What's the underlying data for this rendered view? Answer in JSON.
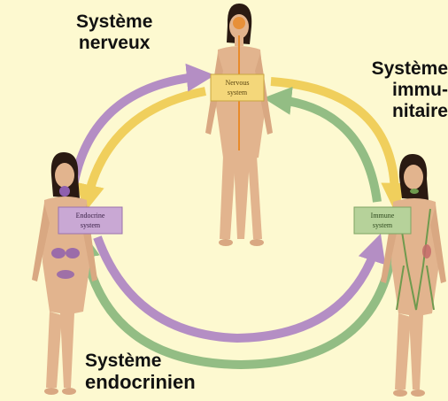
{
  "nervous": {
    "title_line1": "Système",
    "title_line2": "nerveux",
    "box_line1": "Nervous",
    "box_line2": "system",
    "box_color": "#f4d77a"
  },
  "immune": {
    "title_line1": "Système",
    "title_line2": "immu-",
    "title_line3": "nitaire",
    "box_line1": "Immune",
    "box_line2": "system",
    "box_color": "#b6d29a"
  },
  "endocrine": {
    "title_line1": "Système",
    "title_line2": "endocrinien",
    "box_line1": "Endocrine",
    "box_line2": "system",
    "box_color": "#c9a8d4"
  },
  "colors": {
    "background": "#fdf9d0",
    "arrow_yellow": "#f0cf5c",
    "arrow_purple": "#b48ec4",
    "arrow_green": "#93bd84",
    "skin": "#e2b48e",
    "hair": "#2a1a12"
  }
}
